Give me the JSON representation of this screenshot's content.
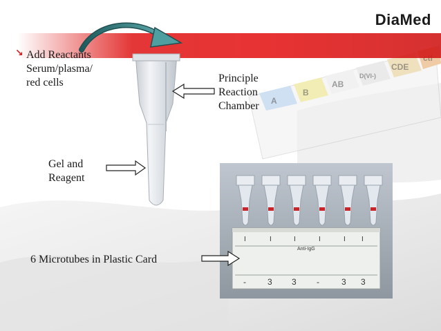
{
  "brand": {
    "logo_text": "DiaMed",
    "accent_color": "#e31b1b"
  },
  "labels": {
    "add_reactants": "Add Reactants\nSerum/plasma/\nred cells",
    "principle_chamber": "Principle\nReaction\nChamber",
    "gel_reagent": "Gel and\nReagent",
    "microtubes_card": "6 Microtubes in Plastic Card"
  },
  "card": {
    "top_marks": [
      "I",
      "I",
      "I",
      "I",
      "I",
      "I"
    ],
    "title": "Anti-IgG",
    "bottom_marks": [
      "-",
      "3",
      "3",
      "-",
      "3",
      "3"
    ]
  },
  "bg_card": {
    "labels": [
      "A",
      "B",
      "AB",
      "D(VI-)",
      "CDE",
      "ctl"
    ]
  }
}
